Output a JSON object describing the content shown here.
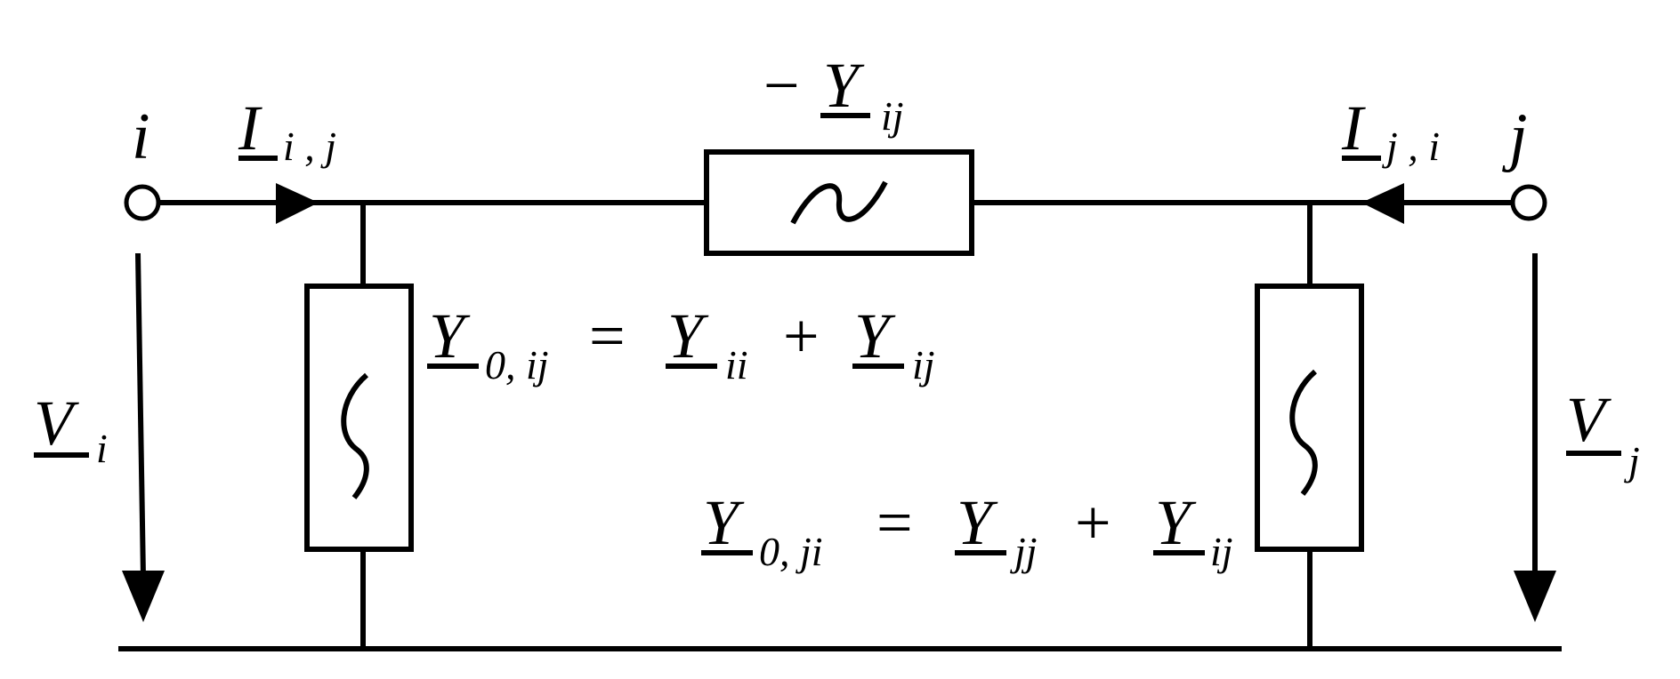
{
  "node_i": {
    "label": "i"
  },
  "node_j": {
    "label": "j"
  },
  "current_ij": {
    "symbol": "I",
    "sub": "i , j"
  },
  "current_ji": {
    "symbol": "I",
    "sub": "j , i"
  },
  "voltage_i": {
    "symbol": "V",
    "sub": "i"
  },
  "voltage_j": {
    "symbol": "V",
    "sub": "j"
  },
  "series_admittance": {
    "minus": "−",
    "symbol": "Y",
    "sub": "ij"
  },
  "eq_i": {
    "lhs_symbol": "Y",
    "lhs_sub": "0, ij",
    "eq": "=",
    "t1_symbol": "Y",
    "t1_sub": "ii",
    "plus": "+",
    "t2_symbol": "Y",
    "t2_sub": "ij"
  },
  "eq_j": {
    "lhs_symbol": "Y",
    "lhs_sub": "0, ji",
    "eq": "=",
    "t1_symbol": "Y",
    "t1_sub": "jj",
    "plus": "+",
    "t2_symbol": "Y",
    "t2_sub": "ij"
  },
  "colors": {
    "stroke": "#000000",
    "background": "#ffffff"
  }
}
